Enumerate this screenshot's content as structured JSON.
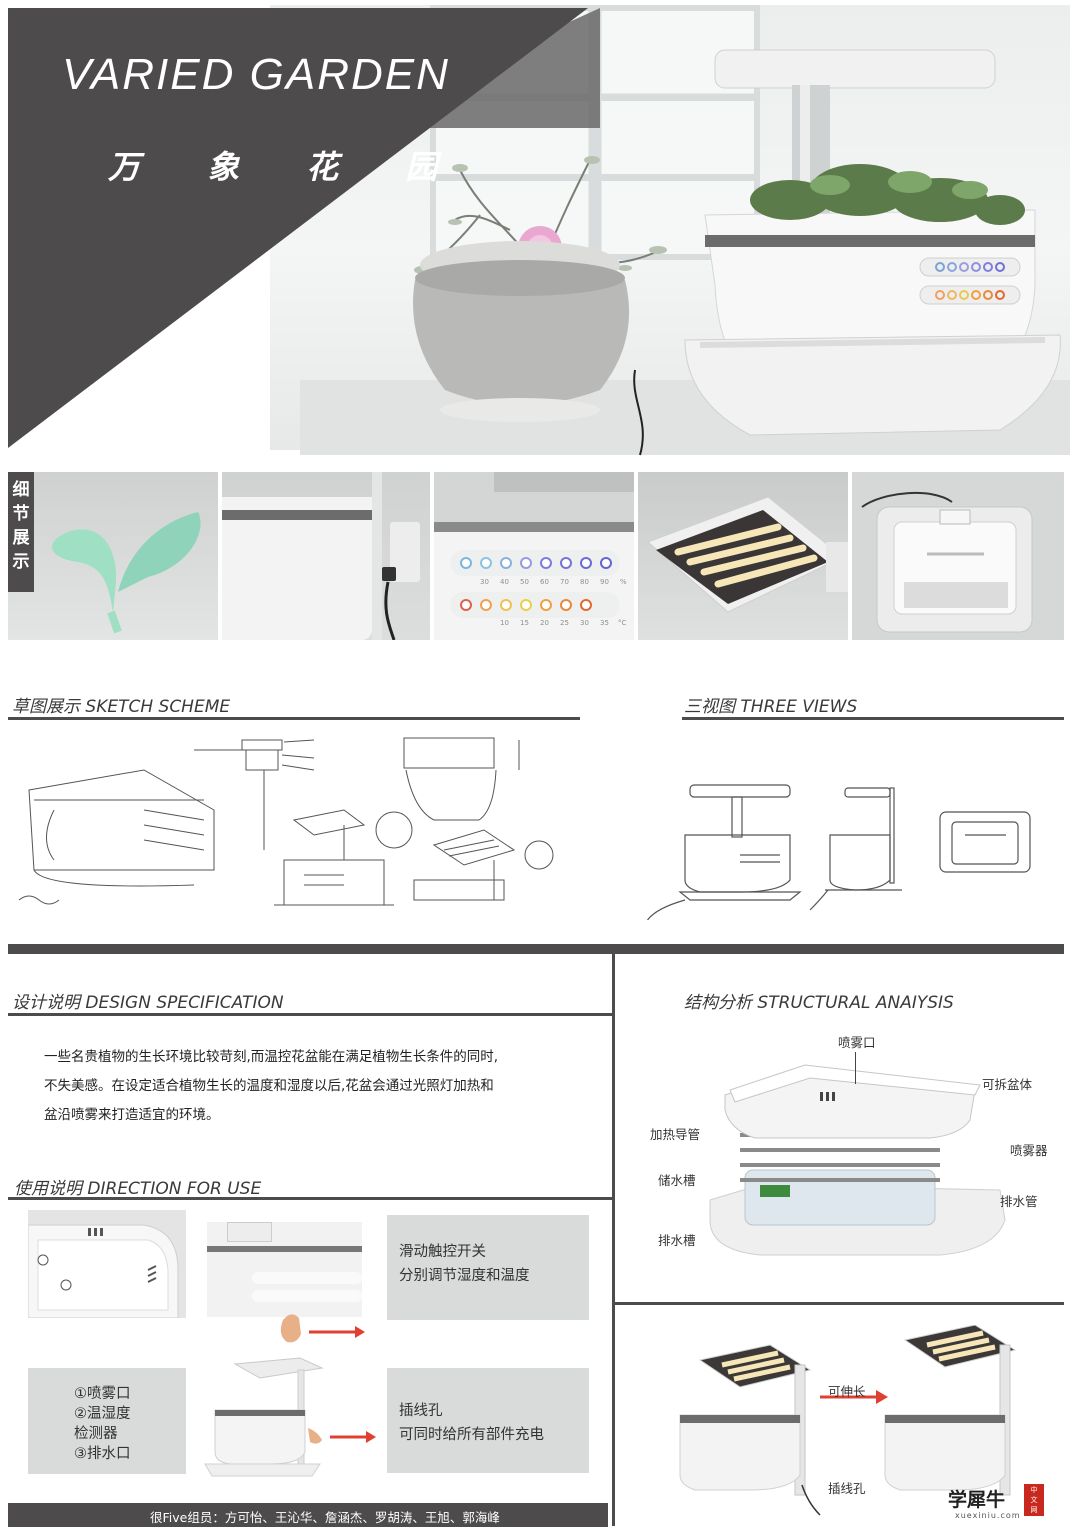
{
  "hero": {
    "title": "VARIED GARDEN",
    "subtitle": "万 象 花 园"
  },
  "detail": {
    "label": "细节展示",
    "humidity_values": [
      "30",
      "40",
      "50",
      "60",
      "70",
      "80",
      "90",
      "%"
    ],
    "temperature_values": [
      "10",
      "15",
      "20",
      "25",
      "30",
      "35",
      "°C"
    ]
  },
  "sketch": {
    "title": "草图展示 SKETCH SCHEME"
  },
  "three_views": {
    "title": "三视图  THREE VIEWS"
  },
  "spec": {
    "title": "设计说明  DESIGN SPECIFICATION",
    "lines": [
      "一些名贵植物的生长环境比较苛刻,而温控花盆能在满足植物生长条件的同时,",
      "不失美感。在设定适合植物生长的温度和湿度以后,花盆会通过光照灯加热和",
      "盆沿喷雾来打造适宜的环境。"
    ]
  },
  "use": {
    "title": "使用说明  DIRECTION FOR USE",
    "slider_line1": "滑动触控开关",
    "slider_line2": "分别调节湿度和温度",
    "legend": [
      "①喷雾口",
      "②温湿度",
      "检测器",
      "③排水口"
    ],
    "plug_line1": "插线孔",
    "plug_line2": "可同时给所有部件充电"
  },
  "structure": {
    "title": "结构分析  STRUCTURAL ANAIYSIS",
    "labels": {
      "spray_port": "喷雾口",
      "detachable": "可拆盆体",
      "heating": "加热导管",
      "sprayer": "喷雾器",
      "reservoir": "储水槽",
      "drain_pipe": "排水管",
      "drain_tank": "排水槽"
    }
  },
  "extend": {
    "label": "可伸长",
    "plug_label": "插线孔"
  },
  "footer": {
    "members": "很Five组员：方可怡、王沁华、詹涵杰、罗胡涛、王旭、郭海峰"
  },
  "watermark": {
    "text": "学犀牛",
    "sub": "xuexiniu.com",
    "badge": "中文网"
  }
}
